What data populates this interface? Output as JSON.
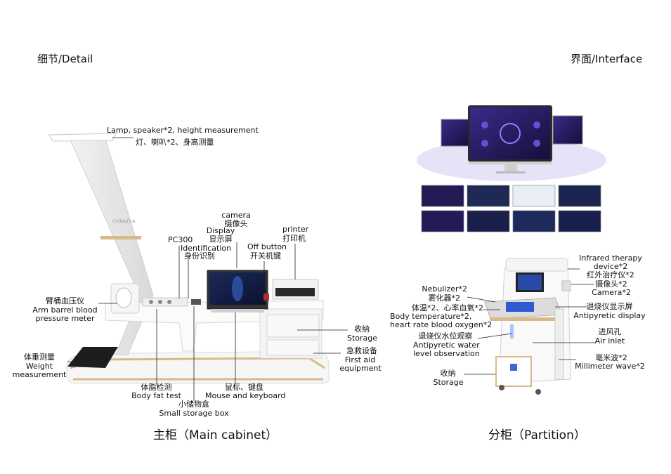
{
  "sections": {
    "detail_title": "细节/Detail",
    "interface_title": "界面/Interface",
    "main_caption": "主柜（Main cabinet）",
    "partition_caption": "分柜（Partition）"
  },
  "device_brand": "CHINAJEI-A",
  "labels": {
    "lamp_en": "Lamp, speaker*2, height measurement",
    "lamp_cn": "灯、喇叭*2、身高测量",
    "camera_en": "camera",
    "camera_cn": "摄像头",
    "display_en": "Display",
    "display_cn": "显示屏",
    "pc300": "PC300",
    "id_en": "Identification",
    "id_cn": "身份识别",
    "off_en": "Off button",
    "off_cn": "开关机键",
    "printer_en": "printer",
    "printer_cn": "打印机",
    "bp_cn": "臂桶血压仪",
    "bp_en1": "Arm barrel blood",
    "bp_en2": "pressure meter",
    "storage_cn": "收纳",
    "storage_en": "Storage",
    "firstaid_cn": "急救设备",
    "firstaid_en1": "First aid",
    "firstaid_en2": "equipment",
    "weight_cn": "体重测量",
    "weight_en1": "Weight",
    "weight_en2": "measurement",
    "bodyfat_cn": "体脂检测",
    "bodyfat_en": "Body fat test",
    "mouse_cn": "鼠标、键盘",
    "mouse_en": "Mouse and keyboard",
    "smallbox_cn": "小储物盒",
    "smallbox_en": "Small storage box",
    "infrared_en1": "Infrared therapy",
    "infrared_en2": "device*2",
    "infrared_cn": "红外治疗仪*2",
    "camera2_cn": "摄像头*2",
    "camera2_en": "Camera*2",
    "antidisp_cn": "退烧仪显示屏",
    "antidisp_en": "Antipyretic display",
    "airinlet_cn": "进风孔",
    "airinlet_en": "Air inlet",
    "mmwave_cn": "毫米波*2",
    "mmwave_en": "Millimeter wave*2",
    "nebulizer_en": "Nebulizer*2",
    "nebulizer_cn": "雾化器*2",
    "temp_cn": "体温*2、心率血氧*2",
    "temp_en1": "Body temperature*2,",
    "temp_en2": "heart rate blood oxygen*2",
    "water_cn": "退烧仪水位观察",
    "water_en1": "Antipyretic water",
    "water_en2": "level observation",
    "storage2_cn": "收纳",
    "storage2_en": "Storage"
  },
  "colors": {
    "accent_gold": "#d9b98a",
    "screen_purple": "#4b2a8a",
    "screen_dark": "#1a1640"
  }
}
